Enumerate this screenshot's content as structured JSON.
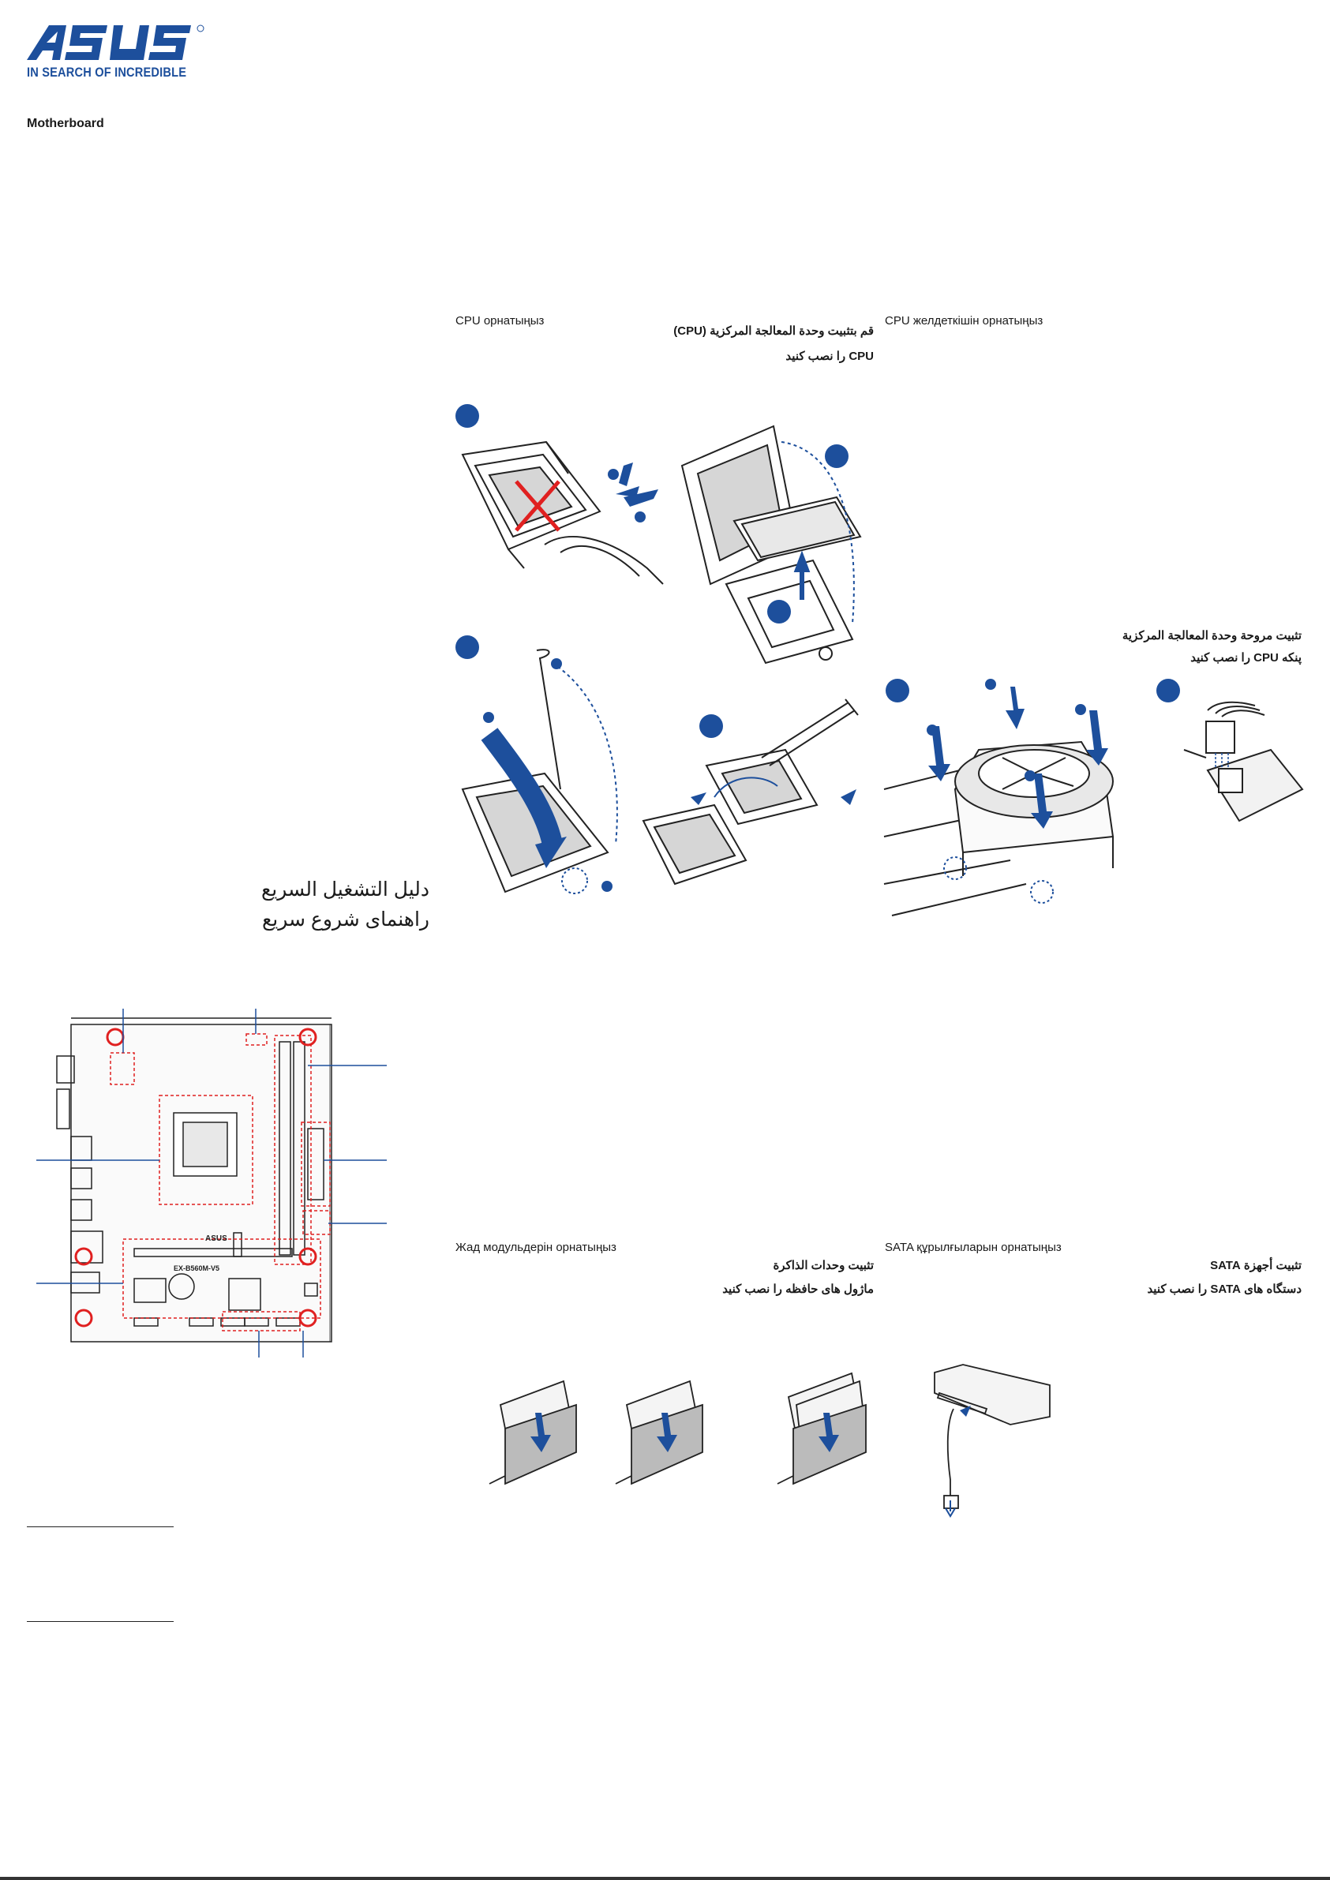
{
  "brand": {
    "logo_text": "ASUS",
    "tagline": "IN SEARCH OF INCREDIBLE",
    "accent_color": "#1d4f9c"
  },
  "product": "Motherboard",
  "guide_titles": {
    "arabic": "دليل التشغيل السريع",
    "persian": "راهنمای شروع سریع"
  },
  "sections": {
    "cpu": {
      "kazakh": "CPU орнатыңыз",
      "arabic": "قم بتثبيت وحدة المعالجة المركزية (CPU)",
      "persian": "CPU را نصب کنید"
    },
    "cpu_fan": {
      "kazakh": "CPU желдеткішін орнатыңыз",
      "arabic": "تثبيت مروحة وحدة المعالجة المركزية",
      "persian": "پنکه CPU را نصب کنید"
    },
    "memory": {
      "kazakh": "Жад модульдерін орнатыңыз",
      "arabic": "تثبيت وحدات الذاكرة",
      "persian": "ماژول های حافظه را نصب کنید"
    },
    "sata": {
      "kazakh": "SATA құрылғыларын орнатыңыз",
      "arabic": "تثبيت أجهزة SATA",
      "persian": "دستگاه های SATA را نصب کنید"
    }
  },
  "board_label": "EX-B560M-V5",
  "board_logo": "ASUS"
}
